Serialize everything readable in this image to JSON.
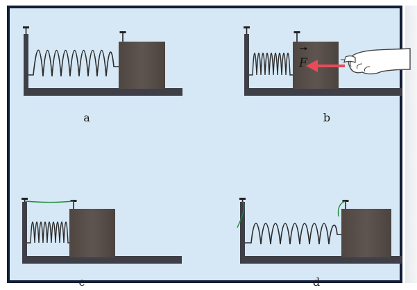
{
  "panels": [
    {
      "id": "a",
      "label": "a"
    },
    {
      "id": "b",
      "label": "b",
      "force_label": "F"
    },
    {
      "id": "c",
      "label": "c"
    },
    {
      "id": "d",
      "label": "d"
    }
  ],
  "colors": {
    "background": "#d6e8f6",
    "frame": "#121d37",
    "base": "#3e3f47",
    "block": "#5b514c",
    "spring": "#2b2b2b",
    "arrow": "#e84a58",
    "thread": "#1f8a3a"
  }
}
